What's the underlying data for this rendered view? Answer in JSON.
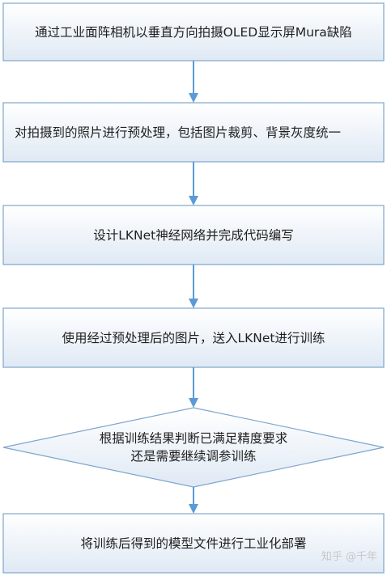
{
  "flowchart": {
    "steps": [
      {
        "text": "通过工业面阵相机以垂直方向拍摄OLED显示屏Mura缺陷"
      },
      {
        "text": "对拍摄到的照片进行预处理，包括图片裁剪、背景灰度统一"
      },
      {
        "text": "设计LKNet神经网络并完成代码编写"
      },
      {
        "text": "使用经过预处理后的图片，送入LKNet进行训练"
      },
      {
        "line1": "根据训练结果判断已满足精度要求",
        "line2": "还是需要继续调参训练"
      },
      {
        "text": "将训练后得到的模型文件进行工业化部署"
      }
    ]
  },
  "watermark": "知乎 @千年"
}
